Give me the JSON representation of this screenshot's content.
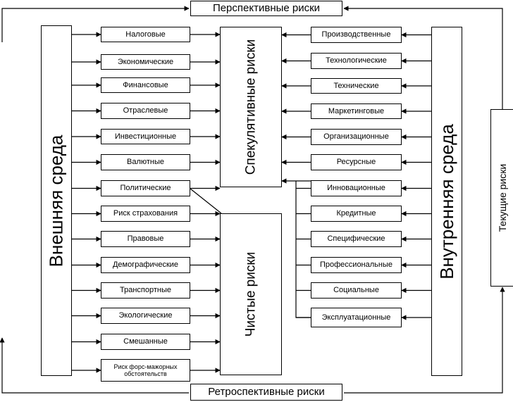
{
  "top_label": "Перспективные риски",
  "bottom_label": "Ретроспективные риски",
  "right_label": "Текущие риски",
  "left_env": "Внешняя среда",
  "right_env": "Внутренняя среда",
  "speculative": "Спекулятивные риски",
  "pure": "Чистые риски",
  "external_risks": [
    "Налоговые",
    "Экономические",
    "Финансовые",
    "Отраслевые",
    "Инвестиционные",
    "Валютные",
    "Политические",
    "Риск страхования",
    "Правовые",
    "Демографические",
    "Транспортные",
    "Экологические",
    "Смешанные",
    "Риск форс-мажорных обстоятельств"
  ],
  "internal_risks": [
    "Производственные",
    "Технологические",
    "Технические",
    "Маркетинговые",
    "Организационные",
    "Ресурсные",
    "Инновационные",
    "Кредитные",
    "Специфические",
    "Профессиональные",
    "Социальные",
    "Эксплуатационные"
  ]
}
